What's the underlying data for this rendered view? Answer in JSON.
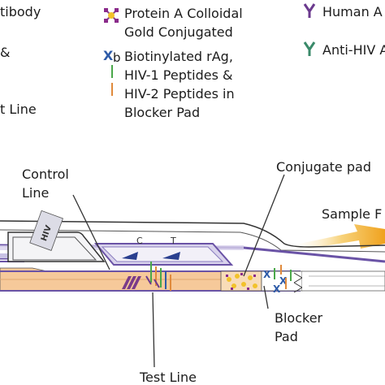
{
  "legend": {
    "antibody_partial": "tibody",
    "ampersand_partial": "&",
    "line_partial": "t Line",
    "protein_a": {
      "line1": "Protein A Colloidal",
      "line2": "Gold Conjugated"
    },
    "antigens": {
      "line1": "Biotinylated rAg,",
      "line2": "HIV-1 Peptides &",
      "line3": "HIV-2 Peptides in",
      "line4": "Blocker Pad",
      "glyph_x": "X",
      "glyph_b": "b"
    },
    "human_antibody_partial": "Human A",
    "anti_hiv_partial": "Anti-HIV A"
  },
  "labels": {
    "control_line": {
      "line1": "Control",
      "line2": "Line"
    },
    "conjugate_pad": "Conjugate pad",
    "sample_flow_partial": "Sample F",
    "blocker_pad": {
      "line1": "Blocker",
      "line2": "Pad"
    },
    "test_line": "Test Line"
  },
  "device": {
    "window_letters": [
      "C",
      "T"
    ],
    "brand_text": "HIV"
  },
  "colors": {
    "text": "#1c1c1c",
    "outline_purple": "#6a53a6",
    "strip": "#f6c99a",
    "gold": "#f2a72a",
    "antibody_purple": "#6b3a8e",
    "biotin_blue": "#2e5ba8",
    "peptide_green": "#4aa84a",
    "peptide_orange": "#e08a3c",
    "blue_triangle": "#2a3f8f",
    "control_band": "#7a3a8a"
  }
}
